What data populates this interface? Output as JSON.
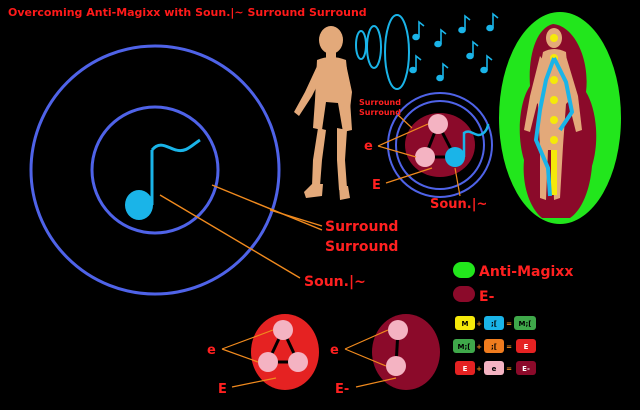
{
  "title": "Overcoming Anti-Magixx with Soun.|~ Surround Surround",
  "labels": {
    "surround_line1": "Surround",
    "surround_line2": "Surround",
    "soun_main": "Soun.|~",
    "small_surround_line1": "Surround",
    "small_surround_line2": "Surround",
    "small_e": "e",
    "small_E": "E",
    "small_soun": "Soun.|~",
    "bottom_left_e": "e",
    "bottom_left_E": "E",
    "bottom_right_e": "e",
    "bottom_right_E": "E-"
  },
  "legend": [
    {
      "label": "Anti-Magixx",
      "color": "#22e61c"
    },
    {
      "label": "E-",
      "color": "#8b0a2a"
    }
  ],
  "equations": [
    {
      "a": "M",
      "a_color": "#f5e90a",
      "op": "+",
      "b": ";[",
      "b_color": "#1ab4e8",
      "eq": "=",
      "r": "M;[",
      "r_color": "#3fa84a"
    },
    {
      "a": "M;[",
      "a_color": "#3fa84a",
      "op": "+",
      "b": ";[",
      "b_color": "#f07c1e",
      "eq": "=",
      "r": "E",
      "r_color": "#e52222"
    },
    {
      "a": "E",
      "a_color": "#e52222",
      "op": "+",
      "b": "e",
      "b_color": "#f4b3c2",
      "eq": "=",
      "r": "E-",
      "r_color": "#8b0a2a"
    }
  ],
  "colors": {
    "background": "#000000",
    "title": "#ff1a1a",
    "ring": "#4f63e8",
    "note": "#1ab4e8",
    "leader": "#f08a1e",
    "label": "#ff2020",
    "person": "#e3a97a",
    "aura": "#22e61c",
    "e_node": "#f4b3c2",
    "E_circle": "#e52222",
    "Eminus_circle": "#8b0a2a"
  },
  "icons": [
    "music-note-icon",
    "person-silhouette-icon",
    "glowing-figure-icon"
  ]
}
